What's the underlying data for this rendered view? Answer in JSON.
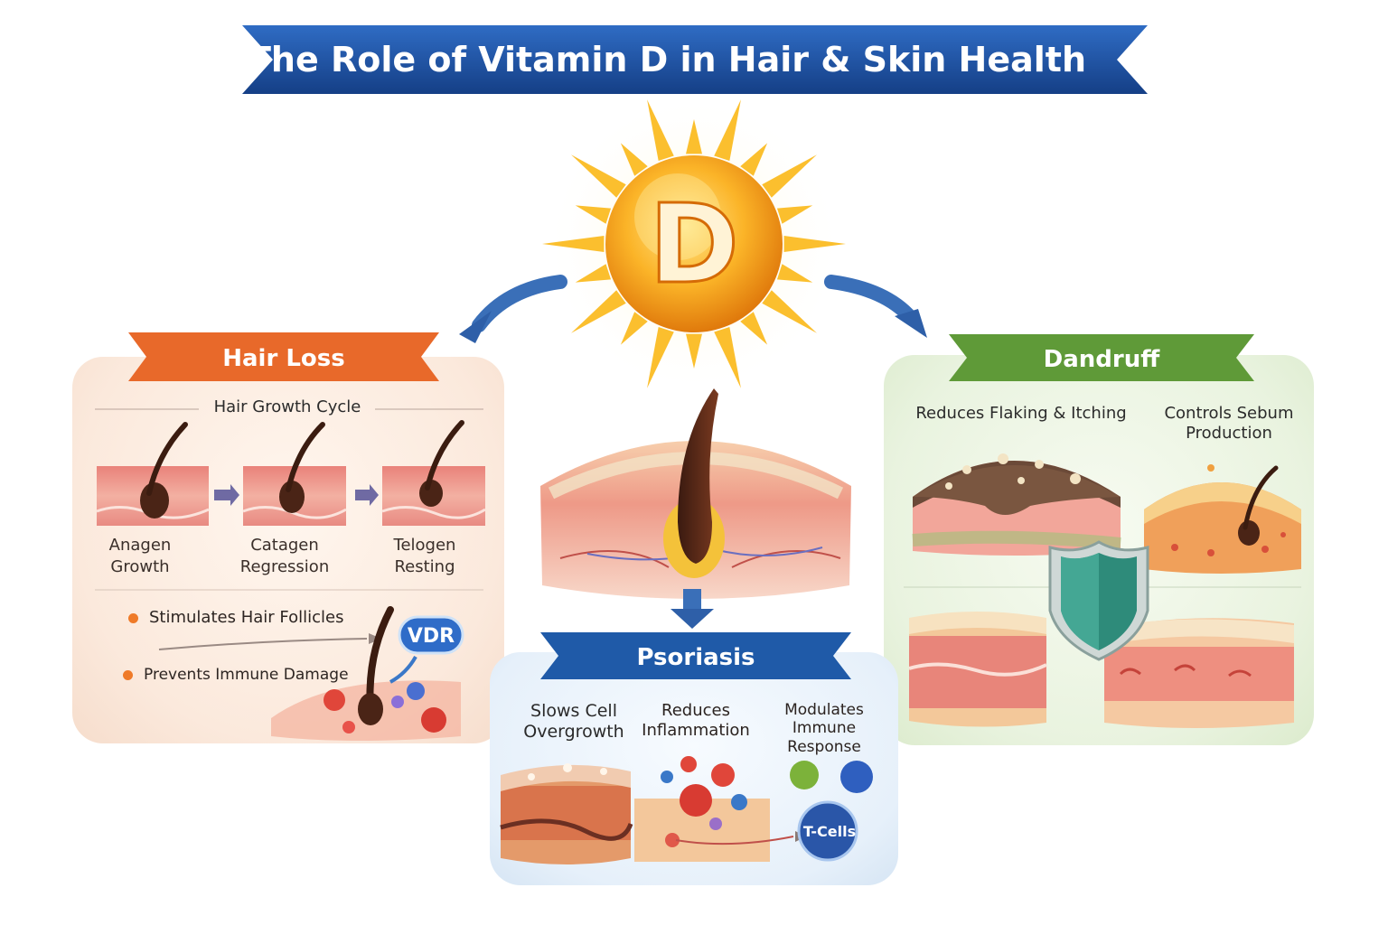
{
  "title": "The Role of Vitamin D in Hair & Skin Health",
  "center_badge": "D",
  "hair_loss": {
    "heading": "Hair Loss",
    "subheading": "Hair Growth Cycle",
    "stages": [
      {
        "name": "Anagen",
        "desc": "Growth"
      },
      {
        "name": "Catagen",
        "desc": "Regression"
      },
      {
        "name": "Telogen",
        "desc": "Resting"
      }
    ],
    "bullets": [
      "Stimulates Hair Follicles",
      "Prevents Immune Damage"
    ],
    "receptor_label": "VDR",
    "colors": {
      "banner": "#e8692a",
      "bullet": "#ef7a28"
    }
  },
  "dandruff": {
    "heading": "Dandruff",
    "benefits": [
      "Reduces Flaking & Itching",
      "Controls Sebum Production"
    ],
    "colors": {
      "banner": "#5f9a38",
      "shield": "#2e8b7a"
    }
  },
  "psoriasis": {
    "heading": "Psoriasis",
    "benefits": [
      "Slows Cell Overgrowth",
      "Reduces Inflammation",
      "Modulates Immune Response"
    ],
    "cell_label": "T-Cells",
    "colors": {
      "banner": "#1f5aa8"
    }
  },
  "colors": {
    "title_banner": "#1f4f9a",
    "sun": "#f6a81c",
    "arrow": "#2e64b0"
  }
}
